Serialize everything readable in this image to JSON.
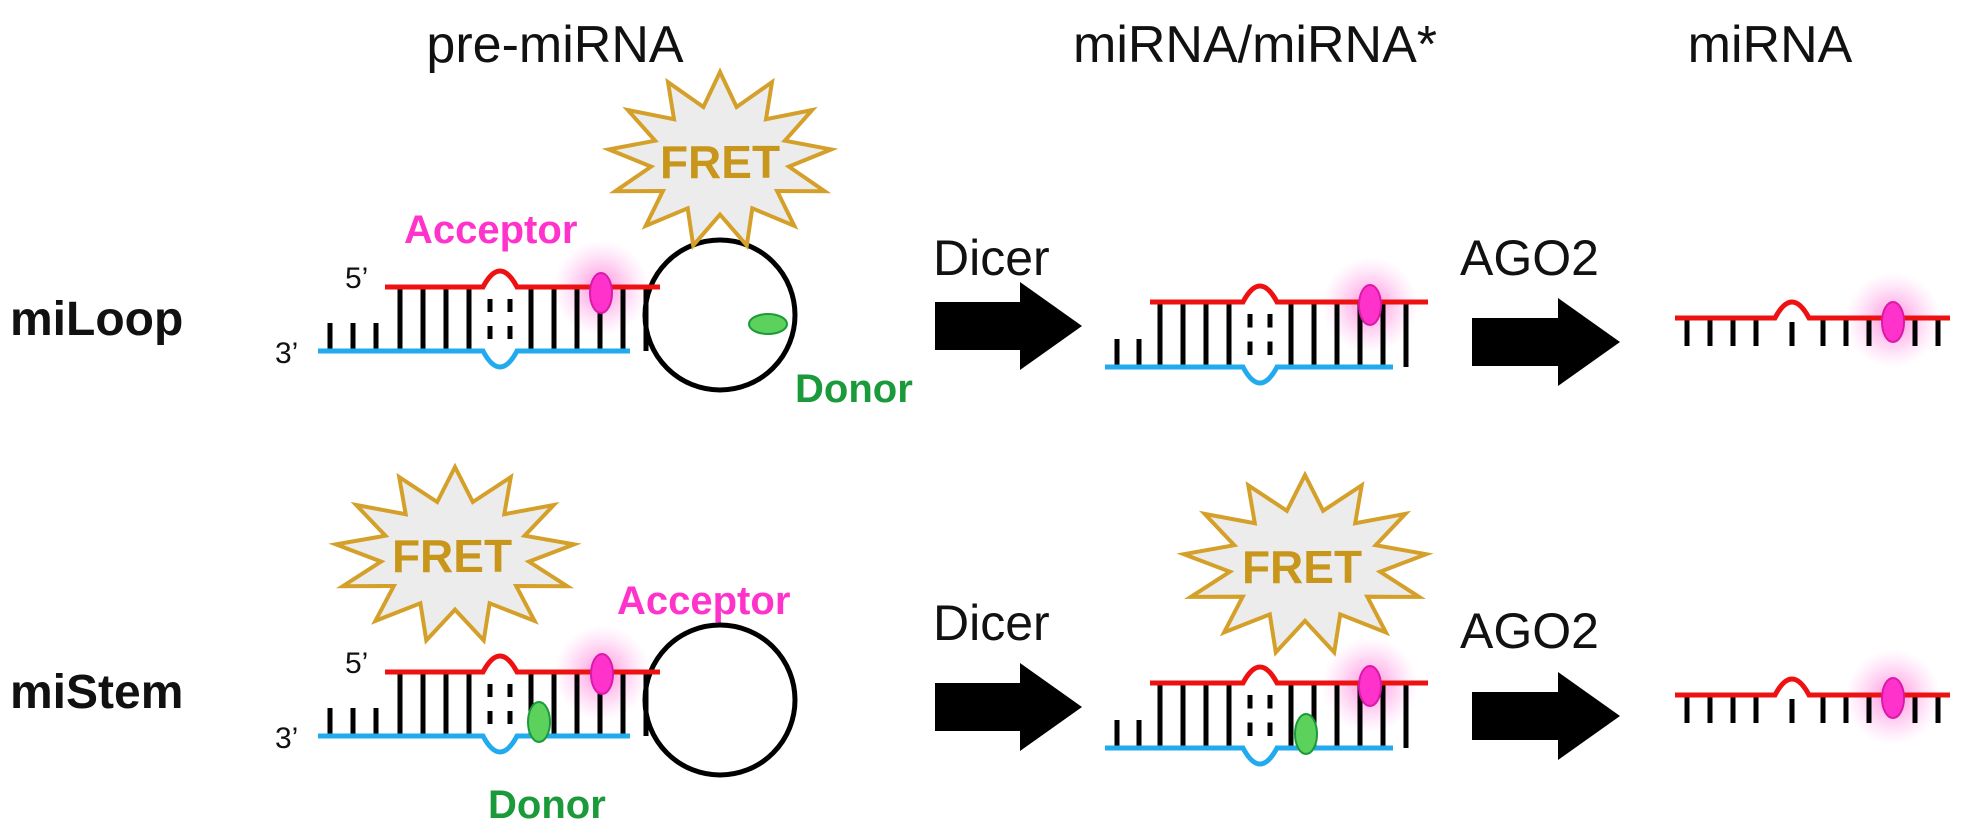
{
  "headers": {
    "pre": "pre-miRNA",
    "duplex": "miRNA/miRNA*",
    "mature": "miRNA"
  },
  "rows": {
    "loop": "miLoop",
    "stem": "miStem"
  },
  "labels": {
    "acceptor": "Acceptor",
    "donor": "Donor",
    "fret": "FRET",
    "five_prime": "5’",
    "three_prime": "3’",
    "dicer": "Dicer",
    "ago2": "AGO2"
  },
  "colors": {
    "red_strand": "#ee1111",
    "blue_strand": "#22aaee",
    "acceptor": "#ff33cc",
    "donor": "#1a9a3a",
    "donor_fill": "#5cd15c",
    "fret_text": "#c8961a",
    "fret_fill": "#ececec",
    "fret_stroke": "#d4a02a",
    "glow": "#ff66cc"
  }
}
